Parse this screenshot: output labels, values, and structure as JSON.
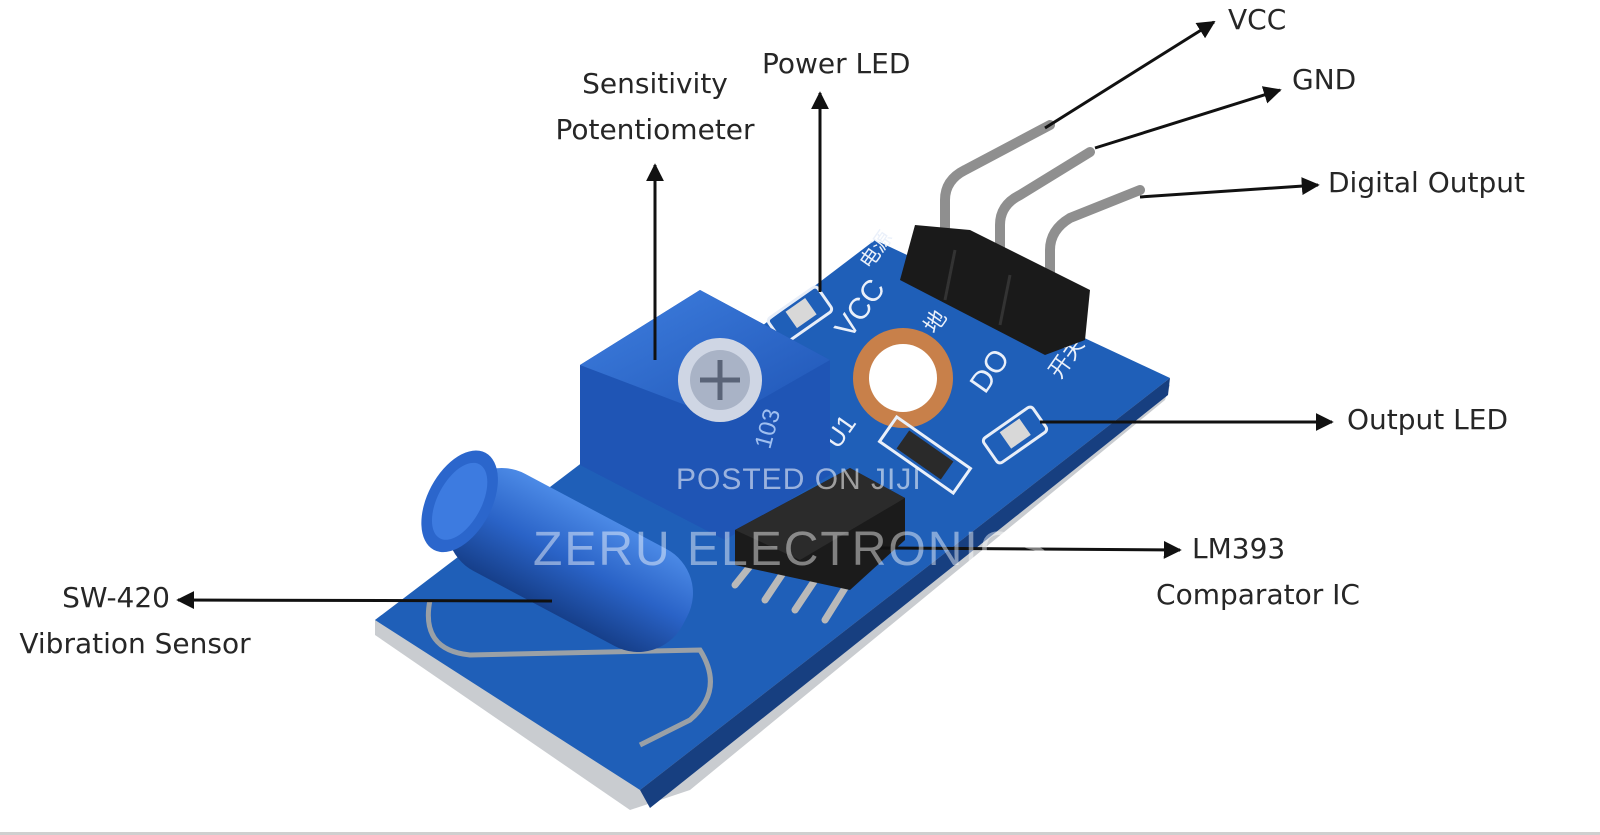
{
  "labels": {
    "vcc": "VCC",
    "gnd": "GND",
    "digital_output": "Digital Output",
    "power_led": "Power LED",
    "sensitivity_line1": "Sensitivity",
    "sensitivity_line2": "Potentiometer",
    "output_led": "Output LED",
    "lm393_line1": "LM393",
    "lm393_line2": "Comparator IC",
    "sw420_line1": "SW-420",
    "sw420_line2": "Vibration Sensor"
  },
  "silkscreen": {
    "vcc": "VCC",
    "do": "DO",
    "u1": "U1",
    "pot_code": "103",
    "cn_power": "电源",
    "cn_ground": "地",
    "cn_switch": "开关"
  },
  "watermark": {
    "line1": "POSTED ON JIJI",
    "line2": "ZERU ELECTRONICS"
  },
  "colors": {
    "pcb": "#1f5fb8",
    "pcb_dark": "#173f80",
    "component_blue": "#2f6fd4",
    "header_black": "#1a1a1a",
    "pin_metal": "#8f8f8f",
    "copper_pad": "#c8804a",
    "label_text": "#262626",
    "arrow": "#111111"
  }
}
